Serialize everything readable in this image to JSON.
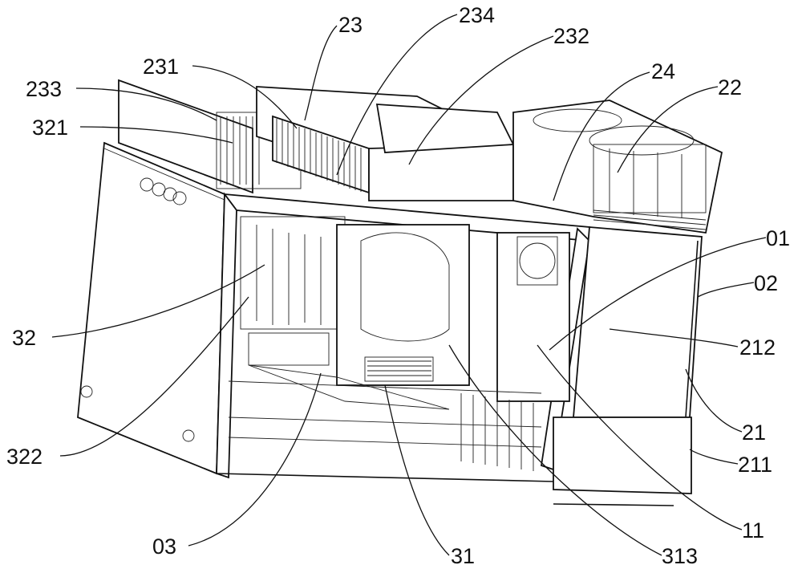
{
  "figure": {
    "labels": {
      "l23": "23",
      "l234": "234",
      "l232": "232",
      "l231": "231",
      "l233": "233",
      "l321": "321",
      "l24": "24",
      "l22": "22",
      "l01": "01",
      "l02": "02",
      "l212": "212",
      "l32": "32",
      "l21": "21",
      "l211": "211",
      "l322": "322",
      "l03": "03",
      "l31": "31",
      "l313": "313",
      "l11": "11"
    }
  }
}
